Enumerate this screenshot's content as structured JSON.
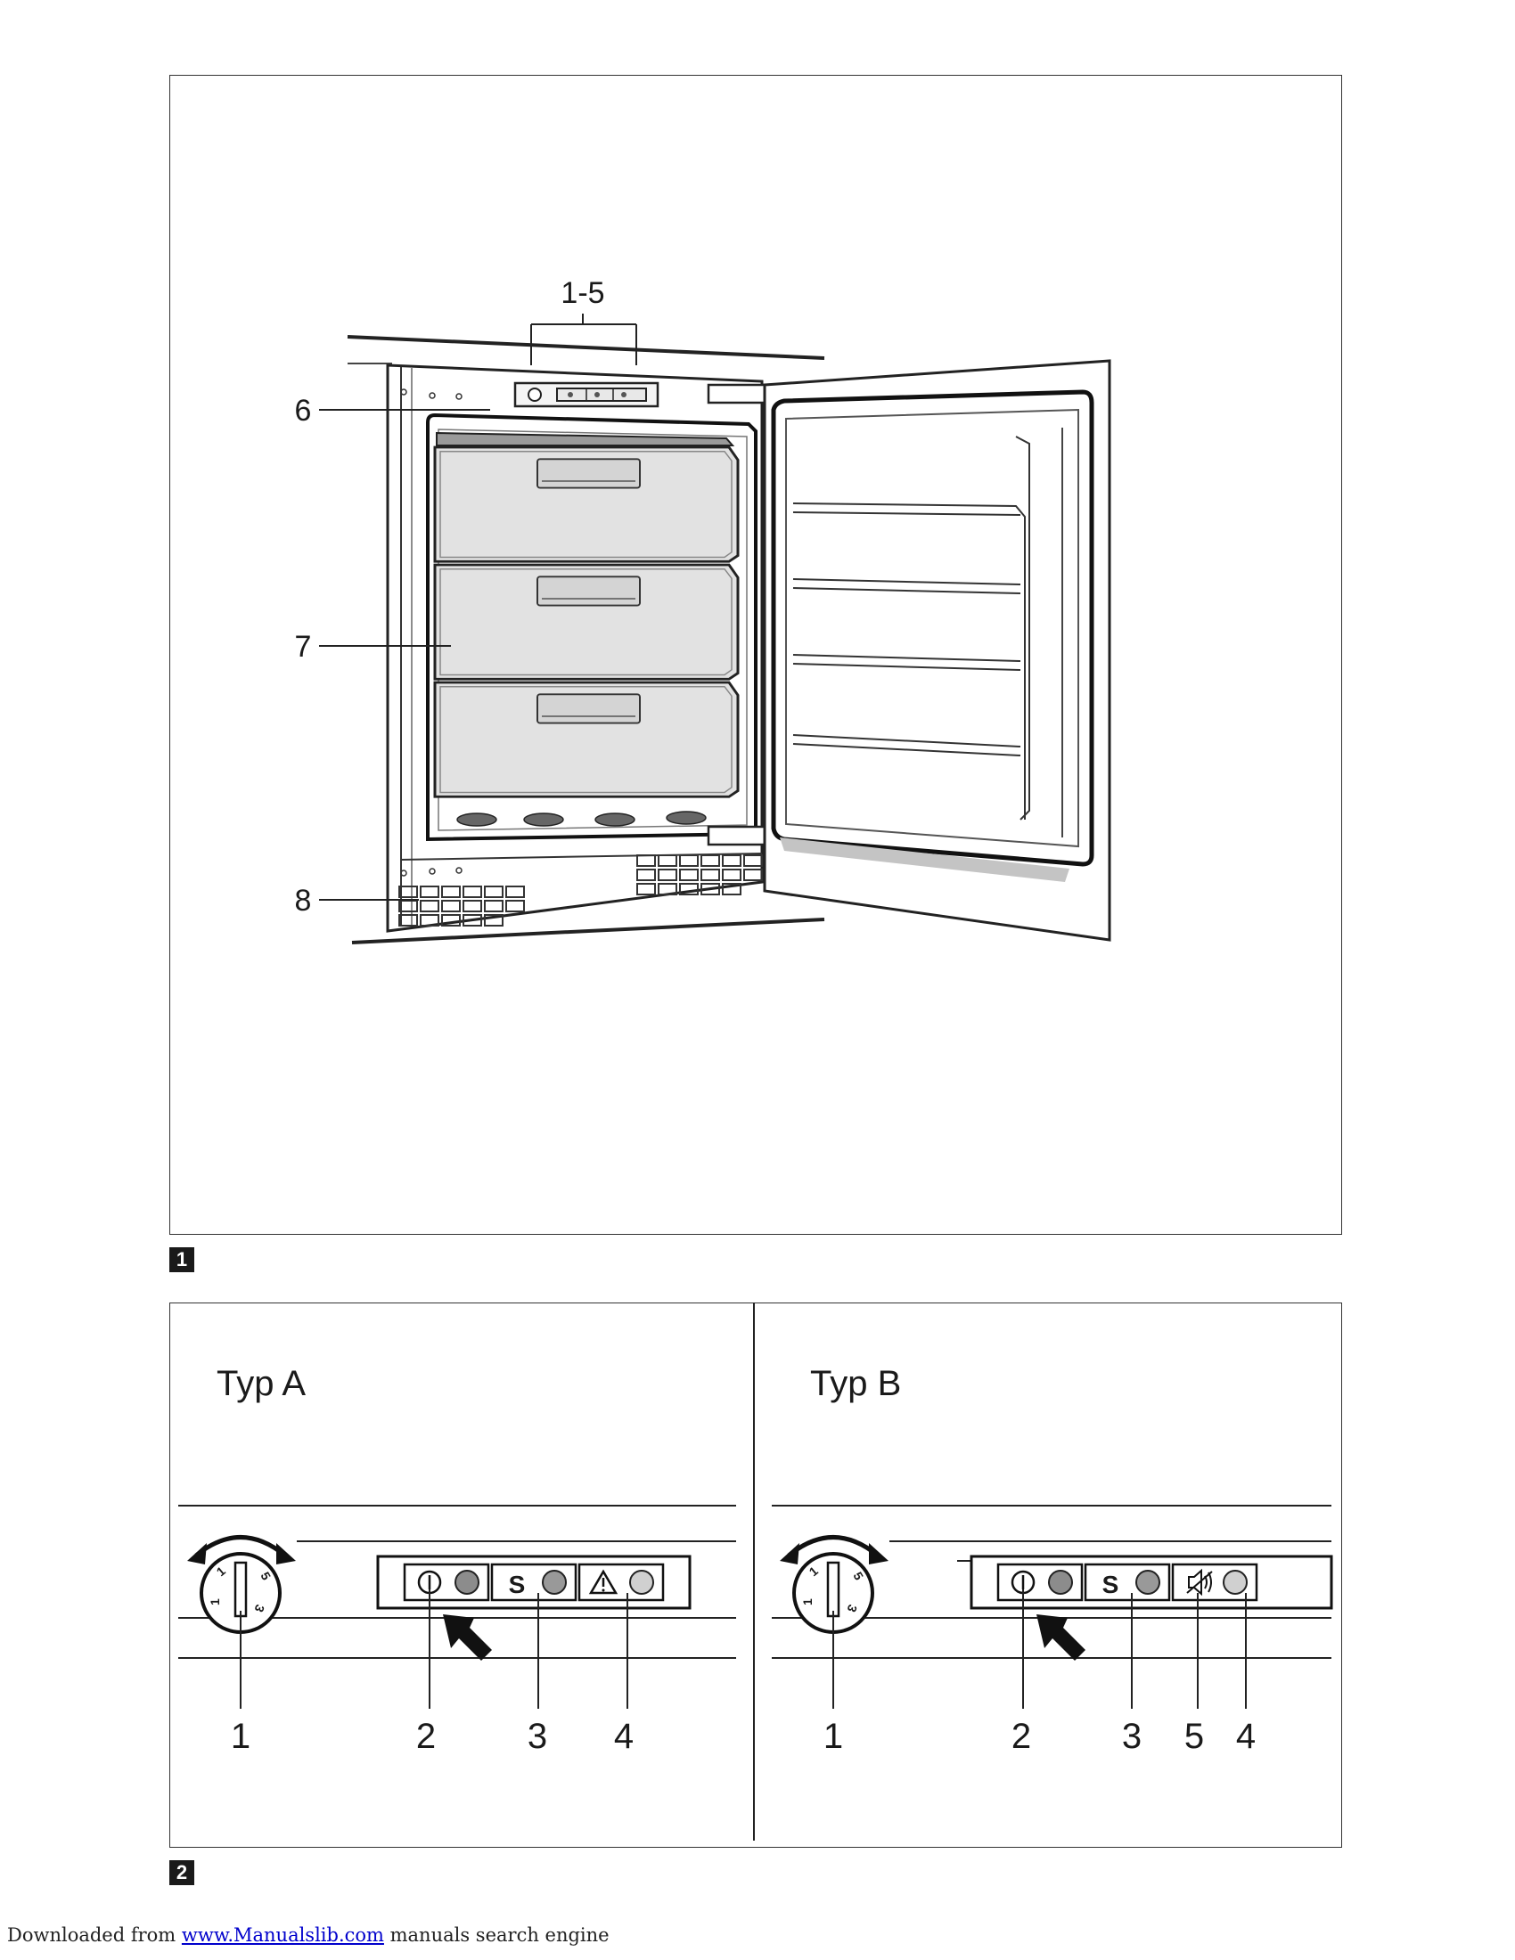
{
  "figure1": {
    "number": "1",
    "callouts": {
      "controls": "1-5",
      "item6": "6",
      "item7": "7",
      "item8": "8"
    }
  },
  "figure2": {
    "number": "2",
    "panel_a": {
      "title": "Typ A",
      "symbols": {
        "s": "S"
      },
      "callouts": [
        "1",
        "2",
        "3",
        "4"
      ]
    },
    "panel_b": {
      "title": "Typ B",
      "symbols": {
        "s": "S"
      },
      "callouts": [
        "1",
        "2",
        "3",
        "5",
        "4"
      ]
    }
  },
  "footer": {
    "prefix": "Downloaded from ",
    "link": "www.Manualslib.com",
    "suffix": " manuals search engine"
  }
}
